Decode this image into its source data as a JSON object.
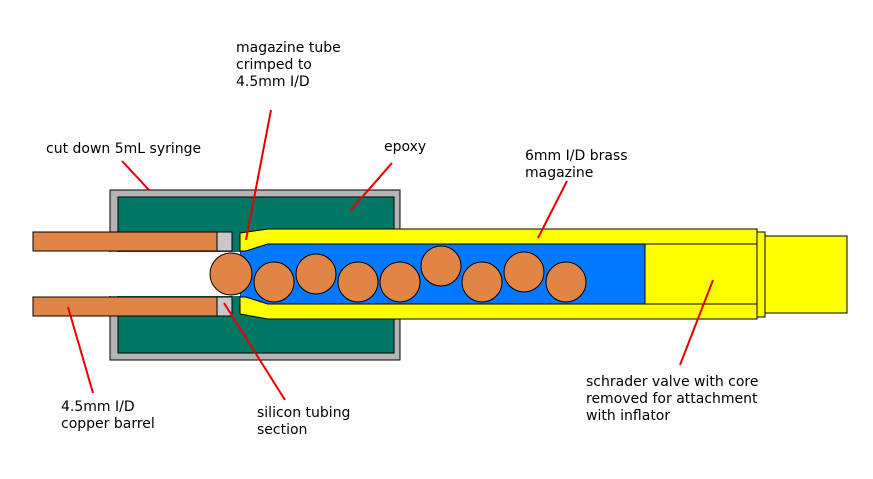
{
  "labels": {
    "magazine_tube": [
      "magazine tube",
      "crimped to",
      "4.5mm I/D"
    ],
    "syringe": "cut down 5mL syringe",
    "epoxy": "epoxy",
    "brass_magazine": [
      "6mm I/D brass",
      "magazine"
    ],
    "copper_barrel": [
      "4.5mm I/D",
      "copper barrel"
    ],
    "silicon_tubing": [
      "silicon tubing",
      "section"
    ],
    "schrader_valve": [
      "schrader valve with core",
      "removed for attachment",
      "with inflator"
    ]
  },
  "colors": {
    "background": "#ffffff",
    "syringe_body": "#b4b4b4",
    "epoxy": "#007866",
    "copper": "#e08545",
    "brass": "#ffff00",
    "magazine_bore": "#0078ff",
    "valve": "#ffff00",
    "leader_line": "#e60000",
    "outline": "#000000",
    "silicon_tubing": "#c8c8c8"
  }
}
